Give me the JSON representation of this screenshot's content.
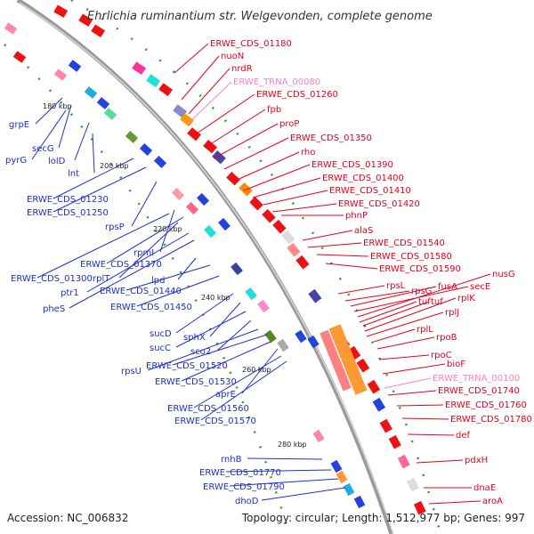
{
  "title": "Ehrlichia ruminantium str. Welgevonden, complete genome",
  "footer": {
    "accession": "Accession: NC_006832",
    "summary": "Topology: circular; Length: 1,512,977 bp; Genes: 997"
  },
  "colors": {
    "right_labels": "#e8001c",
    "right_trna": "#ff80c0",
    "left_labels": "#1e2fd0",
    "backbone": "#9a9a9a",
    "forward_arrow": "#ee1111",
    "reverse_arrow": "#1a2fe0",
    "tick_dash": "#2e9e2e"
  },
  "kbp_marks": [
    "180 kbp",
    "200 kbp",
    "220 kbp",
    "240 kbp",
    "260 kbp",
    "280 kbp"
  ],
  "right_genes": [
    {
      "name": "ERWE_CDS_01180",
      "trna": false
    },
    {
      "name": "nuoN",
      "trna": false
    },
    {
      "name": "nrdR",
      "trna": false
    },
    {
      "name": "ERWE_TRNA_00080",
      "trna": true
    },
    {
      "name": "ERWE_CDS_01260",
      "trna": false
    },
    {
      "name": "fpb",
      "trna": false
    },
    {
      "name": "proP",
      "trna": false
    },
    {
      "name": "ERWE_CDS_01350",
      "trna": false
    },
    {
      "name": "rho",
      "trna": false
    },
    {
      "name": "ERWE_CDS_01390",
      "trna": false
    },
    {
      "name": "ERWE_CDS_01400",
      "trna": false
    },
    {
      "name": "ERWE_CDS_01410",
      "trna": false
    },
    {
      "name": "ERWE_CDS_01420",
      "trna": false
    },
    {
      "name": "phnP",
      "trna": false
    },
    {
      "name": "alaS",
      "trna": false
    },
    {
      "name": "ERWE_CDS_01540",
      "trna": false
    },
    {
      "name": "ERWE_CDS_01580",
      "trna": false
    },
    {
      "name": "ERWE_CDS_01590",
      "trna": false
    },
    {
      "name": "rpsL",
      "trna": false
    },
    {
      "name": "rpsG",
      "trna": false
    },
    {
      "name": "fusA",
      "trna": false
    },
    {
      "name": "secE",
      "trna": false
    },
    {
      "name": "nusG",
      "trna": false
    },
    {
      "name": "tuf",
      "trna": false
    },
    {
      "name": "tuf",
      "trna": false
    },
    {
      "name": "rplK",
      "trna": false
    },
    {
      "name": "rplJ",
      "trna": false
    },
    {
      "name": "rplL",
      "trna": false
    },
    {
      "name": "rpoB",
      "trna": false
    },
    {
      "name": "rpoC",
      "trna": false
    },
    {
      "name": "bioF",
      "trna": false
    },
    {
      "name": "ERWE_TRNA_00100",
      "trna": true
    },
    {
      "name": "ERWE_CDS_01740",
      "trna": false
    },
    {
      "name": "ERWE_CDS_01760",
      "trna": false
    },
    {
      "name": "ERWE_CDS_01780",
      "trna": false
    },
    {
      "name": "def",
      "trna": false
    },
    {
      "name": "pdxH",
      "trna": false
    },
    {
      "name": "dnaE",
      "trna": false
    },
    {
      "name": "aroA",
      "trna": false
    }
  ],
  "left_genes": [
    {
      "name": "grpE"
    },
    {
      "name": "secG"
    },
    {
      "name": "pyrG"
    },
    {
      "name": "lolD"
    },
    {
      "name": "lnt"
    },
    {
      "name": "ERWE_CDS_01230"
    },
    {
      "name": "ERWE_CDS_01250"
    },
    {
      "name": "rpsP"
    },
    {
      "name": "rpmI"
    },
    {
      "name": "ERWE_CDS_01370"
    },
    {
      "name": "ERWE_CDS_01300"
    },
    {
      "name": "rplT"
    },
    {
      "name": "ptr1"
    },
    {
      "name": "pheS"
    },
    {
      "name": "lpd"
    },
    {
      "name": "ERWE_CDS_01440"
    },
    {
      "name": "ERWE_CDS_01450"
    },
    {
      "name": "sucD"
    },
    {
      "name": "sphX"
    },
    {
      "name": "sucC"
    },
    {
      "name": "sco2"
    },
    {
      "name": "rpsU"
    },
    {
      "name": "ERWE_CDS_01520"
    },
    {
      "name": "ERWE_CDS_01530"
    },
    {
      "name": "aprE"
    },
    {
      "name": "ERWE_CDS_01560"
    },
    {
      "name": "ERWE_CDS_01570"
    },
    {
      "name": "rnhB"
    },
    {
      "name": "ERWE_CDS_01770"
    },
    {
      "name": "ERWE_CDS_01790"
    },
    {
      "name": "dhoD"
    }
  ]
}
